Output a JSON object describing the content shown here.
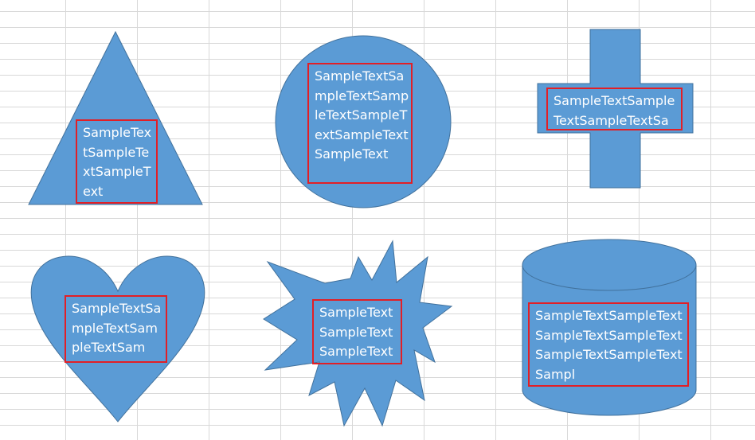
{
  "colors": {
    "shape_fill": "#5b9bd5",
    "shape_stroke": "#41719c",
    "textbox_border": "#e21f26",
    "text_color": "#ffffff",
    "grid_line": "#d8d8d8"
  },
  "shapes": [
    {
      "kind": "triangle",
      "text": "SampleTextSampleTextSampleText"
    },
    {
      "kind": "ellipse",
      "text": "SampleTextSampleTextSampleTextSampleTextSampleTextSampleText"
    },
    {
      "kind": "cross",
      "text": "SampleTextSampleTextSampleTextSa"
    },
    {
      "kind": "heart",
      "text": "SampleTextSampleTextSampleTextSam"
    },
    {
      "kind": "explosion",
      "text": "SampleTextSampleTextSampleText"
    },
    {
      "kind": "cylinder",
      "text": "SampleTextSampleTextSampleTextSampleTextSampleTextSampleTextSampl"
    }
  ]
}
